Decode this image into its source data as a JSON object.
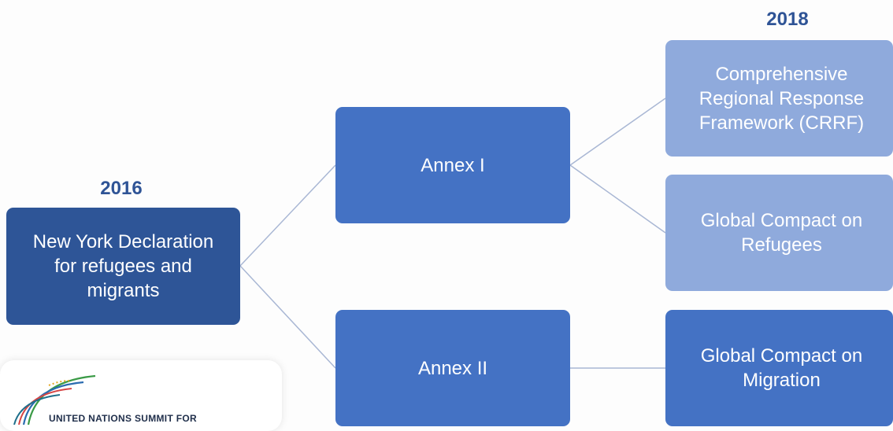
{
  "years": {
    "left": "2016",
    "right": "2018"
  },
  "nodes": {
    "declaration": "New York Declaration\nfor refugees and\nmigrants",
    "annex1": "Annex I",
    "annex2": "Annex II",
    "crrf": "Comprehensive\nRegional Response\nFramework (CRRF)",
    "gcr": "Global Compact on\nRefugees",
    "gcm": "Global Compact on\nMigration"
  },
  "logo": {
    "text": "UNITED NATIONS SUMMIT FOR"
  },
  "colors": {
    "dark_blue": "#2e5597",
    "mid_blue": "#4472c4",
    "light_blue": "#8faadc",
    "connector": "#a9b7d4",
    "year_text": "#2f5496"
  }
}
